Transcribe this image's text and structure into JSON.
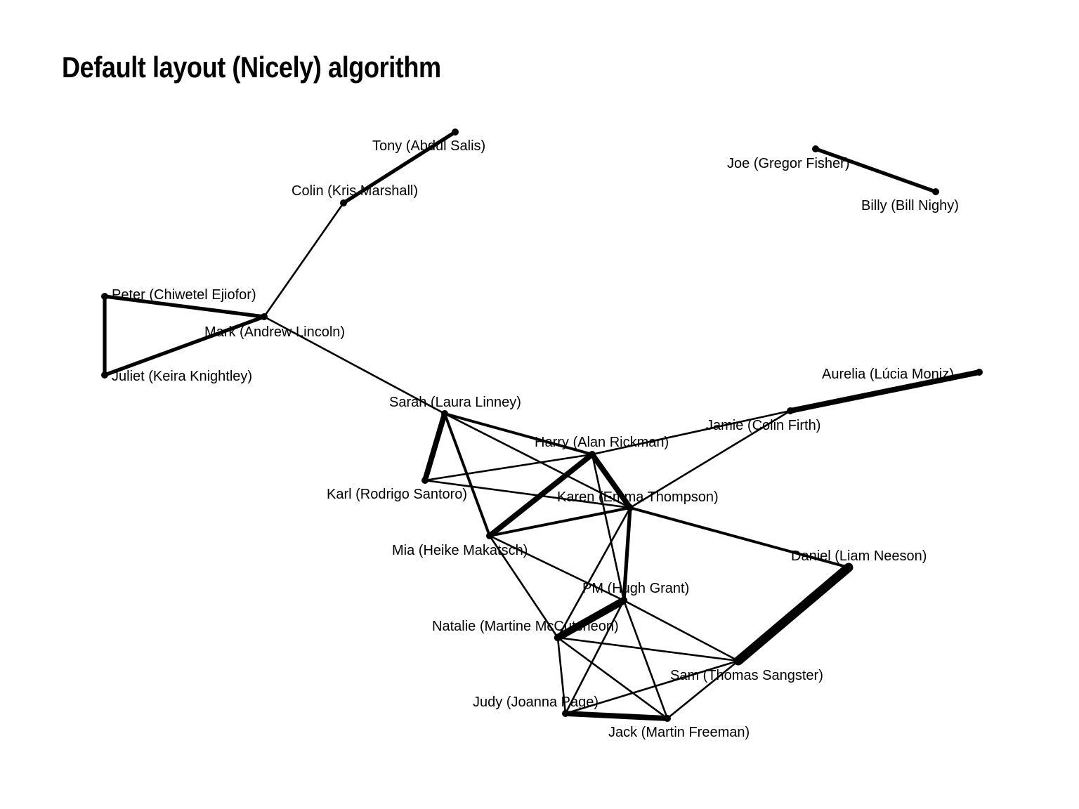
{
  "title": "Default layout (Nicely) algorithm",
  "colors": {
    "edge": "#000000",
    "node": "#000000",
    "label": "#000000",
    "background": "#ffffff"
  },
  "nodes": [
    {
      "id": "tony",
      "label": "Tony (Abdul Salis)"
    },
    {
      "id": "colin",
      "label": "Colin (Kris Marshall)"
    },
    {
      "id": "joe",
      "label": "Joe (Gregor Fisher)"
    },
    {
      "id": "billy",
      "label": "Billy (Bill Nighy)"
    },
    {
      "id": "peter",
      "label": "Peter (Chiwetel Ejiofor)"
    },
    {
      "id": "mark",
      "label": "Mark (Andrew Lincoln)"
    },
    {
      "id": "juliet",
      "label": "Juliet (Keira Knightley)"
    },
    {
      "id": "aurelia",
      "label": "Aurelia (Lúcia Moniz)"
    },
    {
      "id": "sarah",
      "label": "Sarah (Laura Linney)"
    },
    {
      "id": "jamie",
      "label": "Jamie (Colin Firth)"
    },
    {
      "id": "harry",
      "label": "Harry (Alan Rickman)"
    },
    {
      "id": "karl",
      "label": "Karl (Rodrigo Santoro)"
    },
    {
      "id": "karen",
      "label": "Karen (Emma Thompson)"
    },
    {
      "id": "mia",
      "label": "Mia (Heike Makatsch)"
    },
    {
      "id": "daniel",
      "label": "Daniel (Liam Neeson)"
    },
    {
      "id": "pm",
      "label": "PM (Hugh Grant)"
    },
    {
      "id": "natalie",
      "label": "Natalie (Martine McCutcheon)"
    },
    {
      "id": "sam",
      "label": "Sam (Thomas Sangster)"
    },
    {
      "id": "judy",
      "label": "Judy (Joanna Page)"
    },
    {
      "id": "jack",
      "label": "Jack (Martin Freeman)"
    }
  ],
  "edges": [
    {
      "from": "tony",
      "to": "colin",
      "weight": 2
    },
    {
      "from": "colin",
      "to": "mark",
      "weight": 1
    },
    {
      "from": "joe",
      "to": "billy",
      "weight": 2
    },
    {
      "from": "peter",
      "to": "mark",
      "weight": 2
    },
    {
      "from": "peter",
      "to": "juliet",
      "weight": 2
    },
    {
      "from": "mark",
      "to": "juliet",
      "weight": 2
    },
    {
      "from": "mark",
      "to": "sarah",
      "weight": 1
    },
    {
      "from": "aurelia",
      "to": "jamie",
      "weight": 3
    },
    {
      "from": "sarah",
      "to": "karl",
      "weight": 3
    },
    {
      "from": "sarah",
      "to": "harry",
      "weight": 1.5
    },
    {
      "from": "sarah",
      "to": "karen",
      "weight": 1
    },
    {
      "from": "sarah",
      "to": "mia",
      "weight": 1.5
    },
    {
      "from": "jamie",
      "to": "harry",
      "weight": 1
    },
    {
      "from": "jamie",
      "to": "karen",
      "weight": 1
    },
    {
      "from": "harry",
      "to": "karl",
      "weight": 1
    },
    {
      "from": "harry",
      "to": "karen",
      "weight": 3
    },
    {
      "from": "harry",
      "to": "mia",
      "weight": 3
    },
    {
      "from": "harry",
      "to": "pm",
      "weight": 1
    },
    {
      "from": "karl",
      "to": "karen",
      "weight": 1
    },
    {
      "from": "karen",
      "to": "mia",
      "weight": 1.5
    },
    {
      "from": "karen",
      "to": "daniel",
      "weight": 1.5
    },
    {
      "from": "karen",
      "to": "pm",
      "weight": 2
    },
    {
      "from": "karen",
      "to": "natalie",
      "weight": 1
    },
    {
      "from": "mia",
      "to": "pm",
      "weight": 1
    },
    {
      "from": "mia",
      "to": "natalie",
      "weight": 1
    },
    {
      "from": "daniel",
      "to": "sam",
      "weight": 5
    },
    {
      "from": "pm",
      "to": "natalie",
      "weight": 4
    },
    {
      "from": "pm",
      "to": "sam",
      "weight": 1
    },
    {
      "from": "pm",
      "to": "judy",
      "weight": 1
    },
    {
      "from": "pm",
      "to": "jack",
      "weight": 1
    },
    {
      "from": "natalie",
      "to": "sam",
      "weight": 1
    },
    {
      "from": "natalie",
      "to": "judy",
      "weight": 1
    },
    {
      "from": "natalie",
      "to": "jack",
      "weight": 1
    },
    {
      "from": "sam",
      "to": "judy",
      "weight": 1
    },
    {
      "from": "sam",
      "to": "jack",
      "weight": 1
    },
    {
      "from": "judy",
      "to": "jack",
      "weight": 3
    }
  ]
}
